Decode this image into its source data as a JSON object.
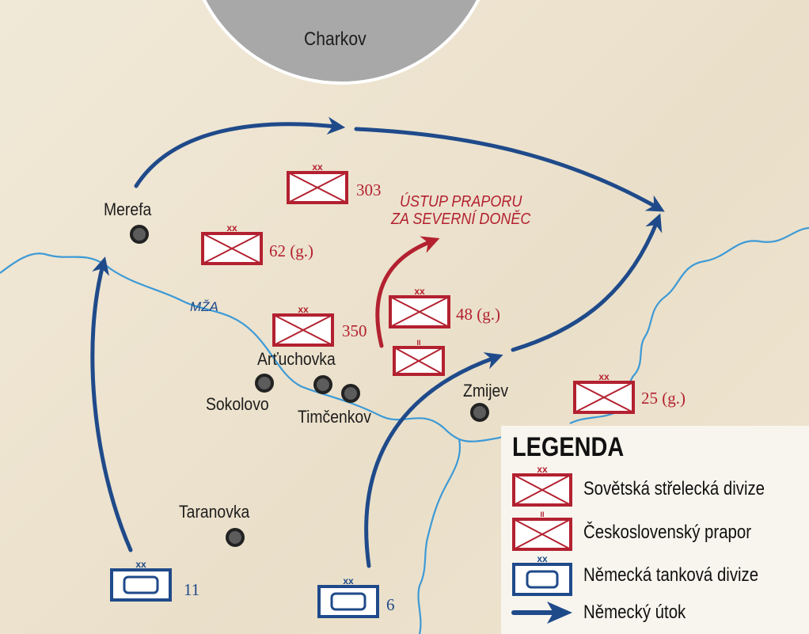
{
  "map": {
    "city_label": "Charkov",
    "places": {
      "merefa": "Merefa",
      "artuchovka": "Arťuchovka",
      "sokolovo": "Sokolovo",
      "timcenkov": "Timčenkov",
      "taranovka": "Taranovka",
      "zmijev": "Zmijev"
    },
    "river": "MŽA",
    "retreat_label_1": "ÚSTUP PRAPORU",
    "retreat_label_2": "ZA SEVERNÍ DONĚC",
    "units": {
      "d303": "303",
      "d62": "62 (g.)",
      "d350": "350",
      "d48": "48 (g.)",
      "d25": "25 (g.)",
      "t11": "11",
      "t6": "6"
    },
    "echelon_division": "xx",
    "echelon_battalion": "II"
  },
  "legend": {
    "title": "LEGENDA",
    "items": [
      {
        "label": "Sovětská střelecká divize"
      },
      {
        "label": "Československý prapor"
      },
      {
        "label": "Německá tanková divize"
      },
      {
        "label": "Německý útok"
      }
    ]
  },
  "colors": {
    "soviet": "#b32130",
    "german": "#1f4a8a",
    "river": "#3d9ad6",
    "city": "#a8a8a8"
  }
}
